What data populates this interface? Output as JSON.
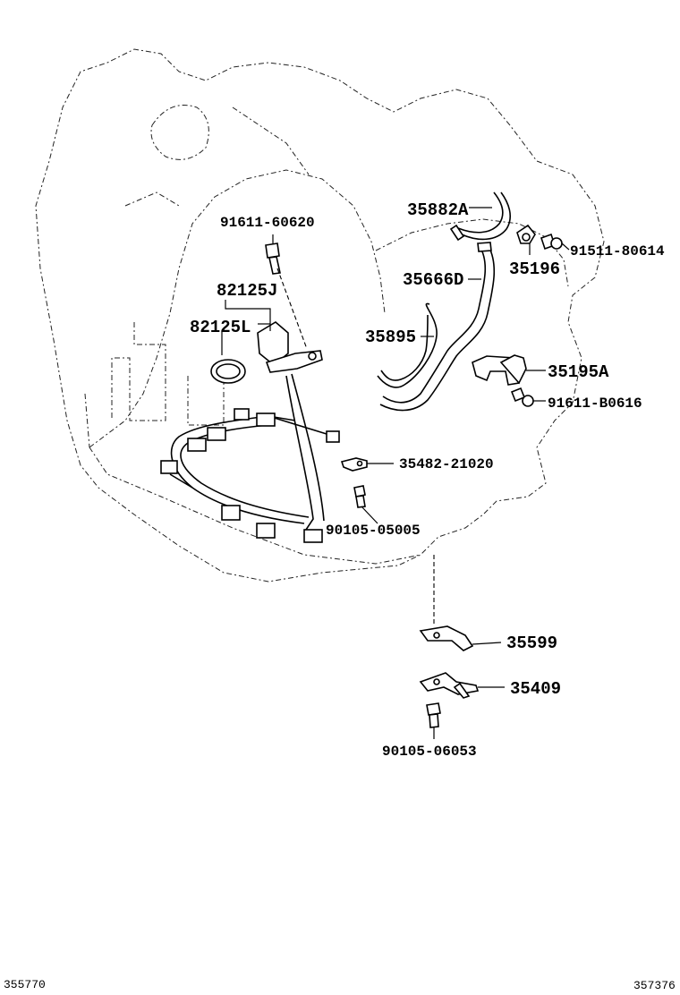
{
  "parts": {
    "p_91611_60620": "91611-60620",
    "p_82125J": "82125J",
    "p_82125L": "82125L",
    "p_35882A": "35882A",
    "p_91511_80614": "91511-80614",
    "p_35196": "35196",
    "p_35666D": "35666D",
    "p_35895": "35895",
    "p_35195A": "35195A",
    "p_91611_B0616": "91611-B0616",
    "p_35482_21020": "35482-21020",
    "p_90105_05005": "90105-05005",
    "p_35599": "35599",
    "p_35409": "35409",
    "p_90105_06053": "90105-06053"
  },
  "footer": {
    "left_code": "355770",
    "right_code": "357376"
  }
}
